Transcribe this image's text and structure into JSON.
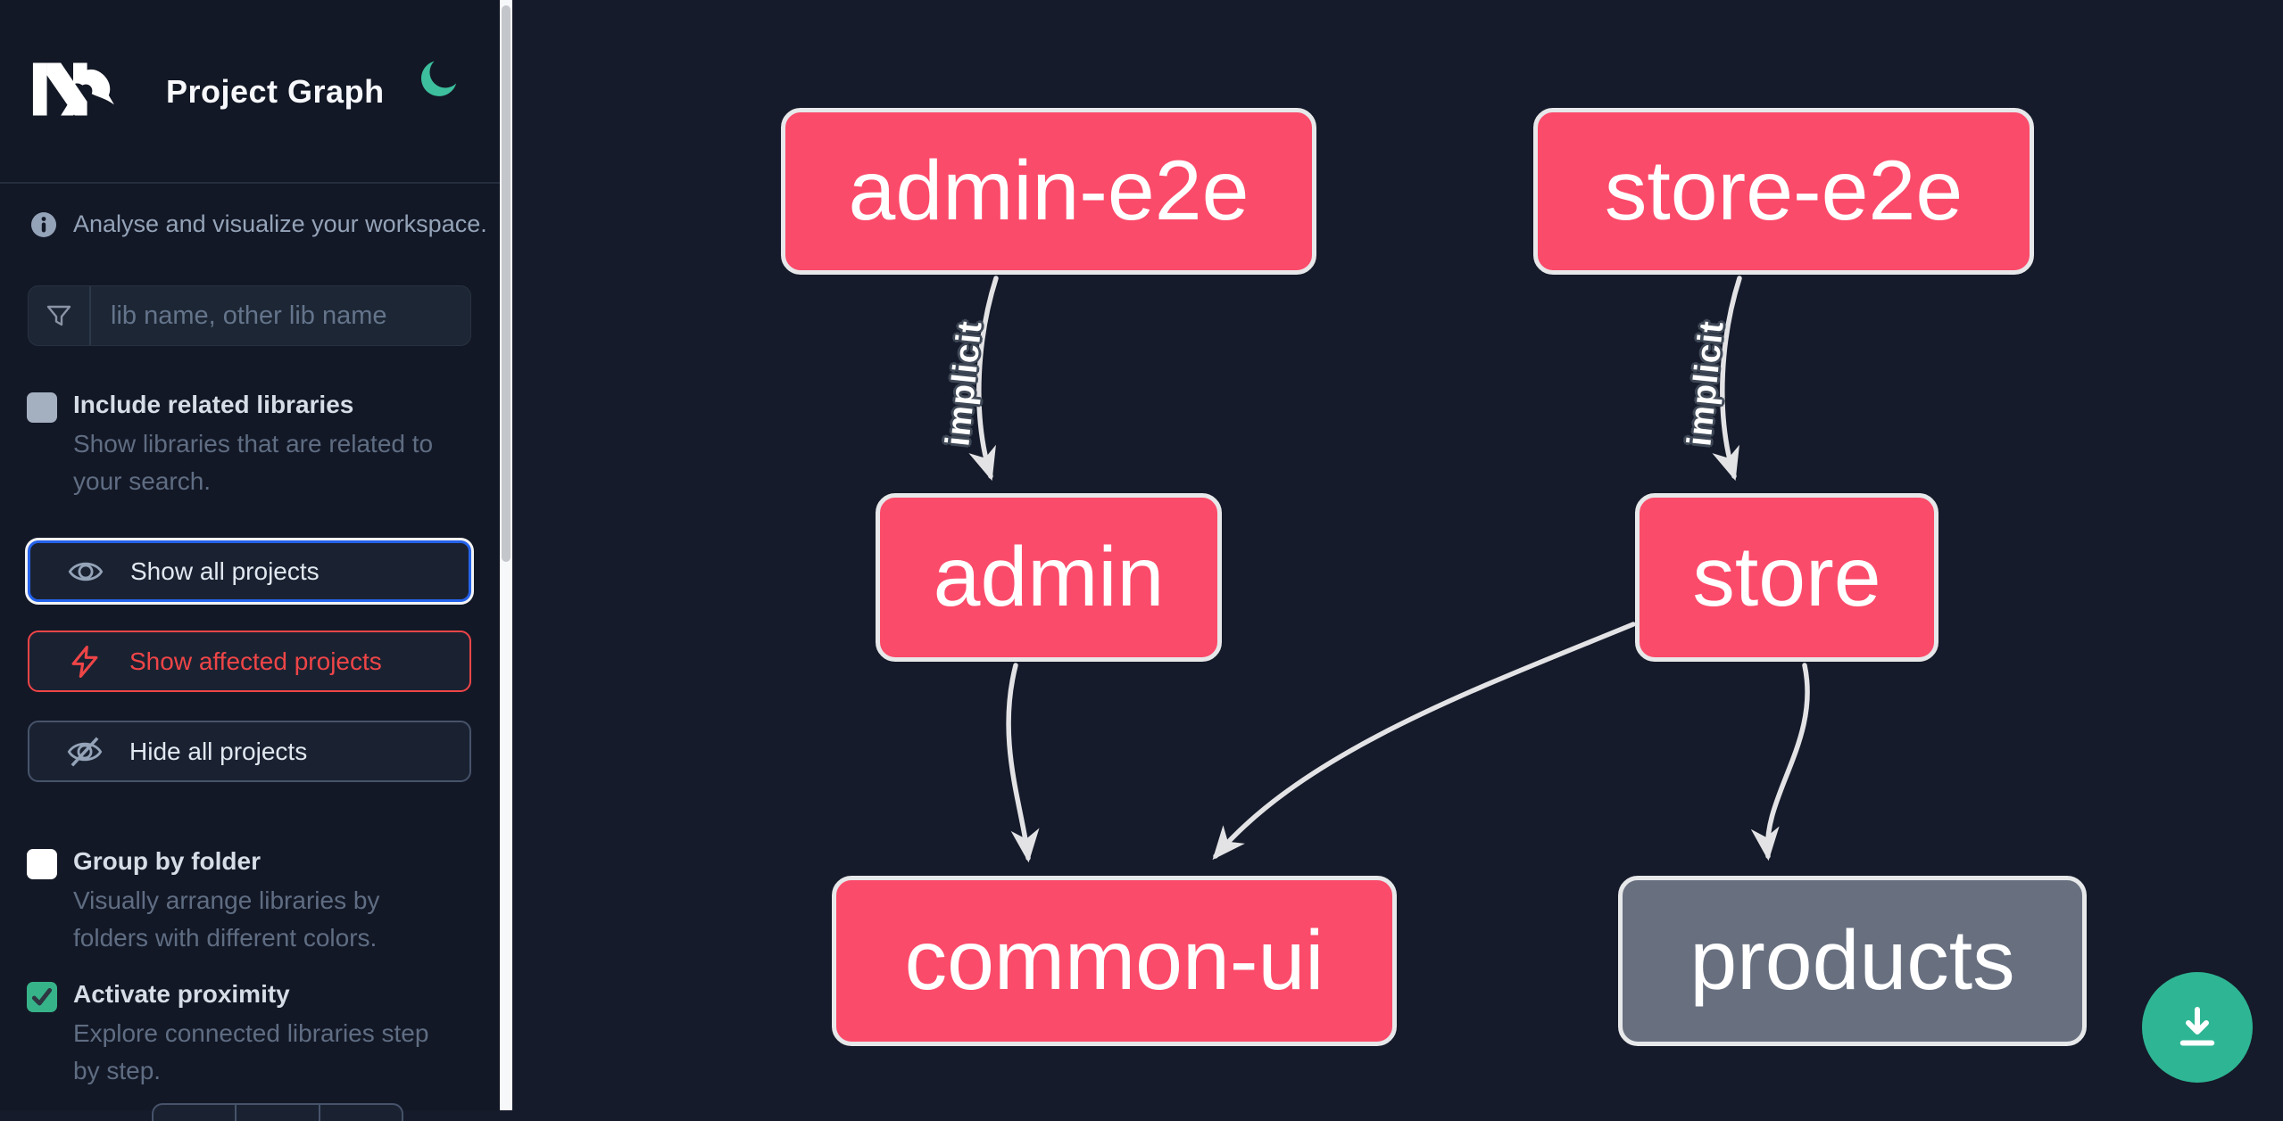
{
  "app": {
    "title": "Project Graph"
  },
  "icons": {
    "logo": "nx-logo",
    "theme": "moon-icon",
    "info": "info-icon",
    "search": "funnel-icon",
    "show_all": "eye-icon",
    "affected": "bolt-icon",
    "hide": "eye-off-icon",
    "download": "download-icon"
  },
  "colors": {
    "sidebar_bg": "#131826",
    "canvas_bg": "#151b2a",
    "node_pink": "#fb4b6a",
    "node_gray": "#687080",
    "node_border": "#e7e8ea",
    "edge_gray": "#e3e3e6",
    "focus_blue": "#2563eb",
    "affected_red": "#ef4547",
    "moon_green": "#3dbf9d",
    "check_green": "#37b389",
    "download_green": "#2eb594"
  },
  "sidebar": {
    "tagline": "Analyse and visualize your workspace.",
    "search": {
      "placeholder": "lib name, other lib name"
    },
    "toggles": [
      {
        "label": "Include related libraries",
        "checked": false,
        "lines": [
          "Show libraries that are related to",
          "your search."
        ]
      },
      {
        "label": "Group by folder",
        "checked": false,
        "lines": [
          "Visually arrange libraries by",
          "folders with different colors."
        ]
      },
      {
        "label": "Activate proximity",
        "checked": true,
        "lines": [
          "Explore connected libraries step",
          "by step."
        ]
      }
    ],
    "buttons": [
      {
        "label": "Show all projects",
        "state": "focused"
      },
      {
        "label": "Show affected projects",
        "state": "affected"
      },
      {
        "label": "Hide all projects",
        "state": "default"
      }
    ]
  },
  "graph": {
    "nodes": [
      {
        "id": "admin-e2e",
        "label": "admin-e2e",
        "color": "pink"
      },
      {
        "id": "store-e2e",
        "label": "store-e2e",
        "color": "pink"
      },
      {
        "id": "admin",
        "label": "admin",
        "color": "pink"
      },
      {
        "id": "store",
        "label": "store",
        "color": "pink"
      },
      {
        "id": "common-ui",
        "label": "common-ui",
        "color": "pink"
      },
      {
        "id": "products",
        "label": "products",
        "color": "gray"
      }
    ],
    "edges": [
      {
        "from": "admin-e2e",
        "to": "admin",
        "label": "implicit"
      },
      {
        "from": "store-e2e",
        "to": "store",
        "label": "implicit"
      },
      {
        "from": "admin",
        "to": "common-ui",
        "label": ""
      },
      {
        "from": "store",
        "to": "common-ui",
        "label": ""
      },
      {
        "from": "store",
        "to": "products",
        "label": ""
      }
    ]
  }
}
